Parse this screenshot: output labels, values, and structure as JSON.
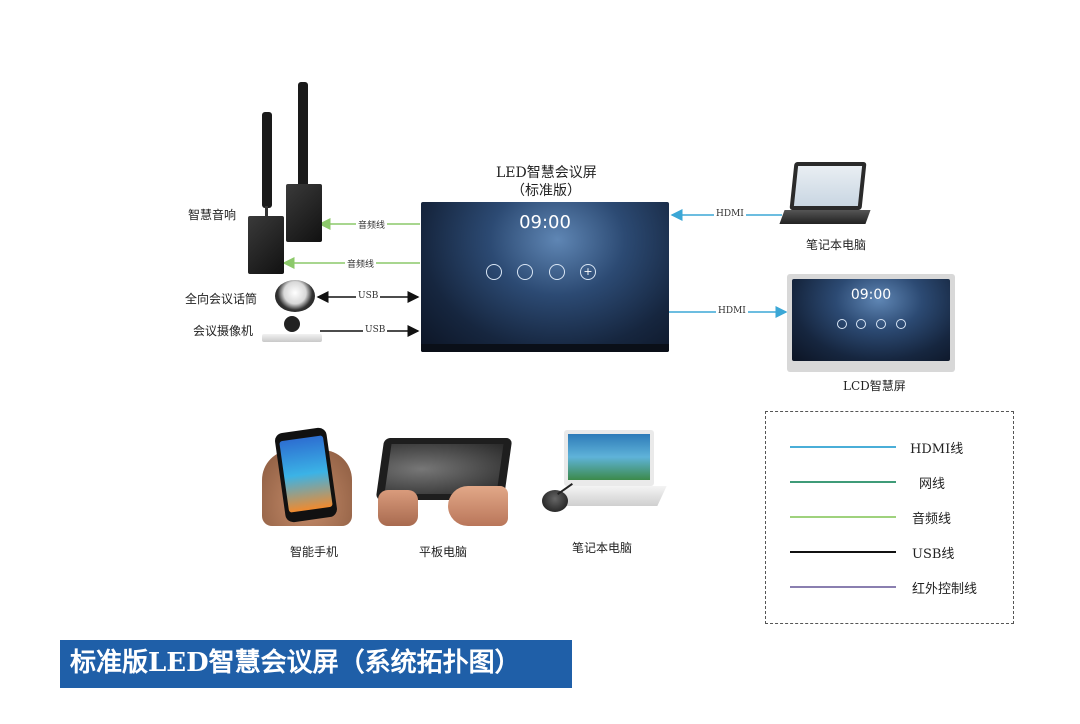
{
  "main_screen": {
    "title_line1": "LED智慧会议屏",
    "title_line2": "（标准版）",
    "clock": "09:00"
  },
  "devices": {
    "speakers": "智慧音响",
    "mic": "全向会议话筒",
    "camera": "会议摄像机",
    "laptop_top": "笔记本电脑",
    "lcd": "LCD智慧屏",
    "lcd_clock": "09:00",
    "phone": "智能手机",
    "tablet": "平板电脑",
    "laptop_bottom": "笔记本电脑"
  },
  "wires": {
    "audio1": "音频线",
    "audio2": "音频线",
    "usb1": "USB",
    "usb2": "USB",
    "hdmi_in": "HDMI",
    "hdmi_out": "HDMI"
  },
  "legend": [
    {
      "label": "HDMI线",
      "color": "#4aaed8"
    },
    {
      "label": "网线",
      "color": "#3f9b78"
    },
    {
      "label": "音频线",
      "color": "#9fd27d"
    },
    {
      "label": "USB线",
      "color": "#111111"
    },
    {
      "label": "红外控制线",
      "color": "#8a7fb0"
    }
  ],
  "banner": "标准版LED智慧会议屏（系统拓扑图）"
}
